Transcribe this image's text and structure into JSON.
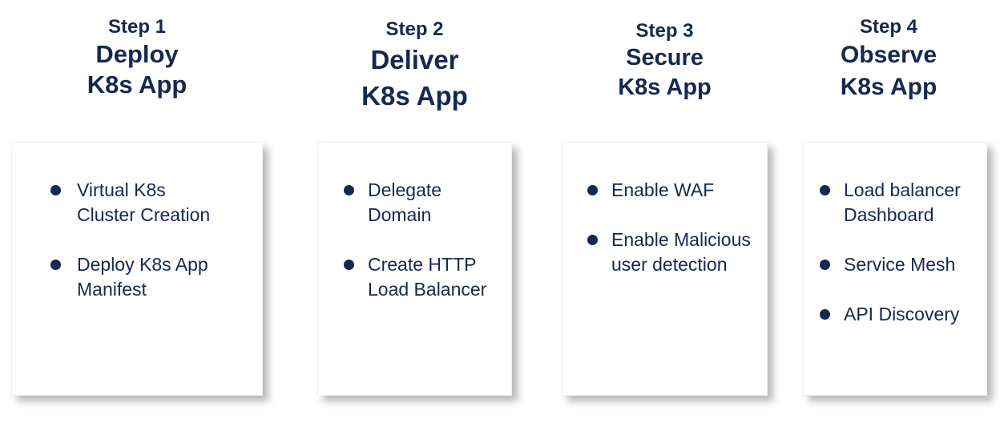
{
  "theme": {
    "text_color": "#16284E",
    "bullet_color": "#16284E",
    "card_background": "#FFFFFF",
    "page_background": "#FFFFFF"
  },
  "columns": [
    {
      "step_label": "Step 1",
      "title": "Deploy\nK8s App",
      "bullets": [
        "Virtual K8s\nCluster Creation",
        "Deploy K8s App\nManifest"
      ]
    },
    {
      "step_label": "Step 2",
      "title": "Deliver\nK8s App",
      "bullets": [
        "Delegate\nDomain",
        "Create HTTP\nLoad Balancer"
      ]
    },
    {
      "step_label": "Step 3",
      "title": "Secure\nK8s App",
      "bullets": [
        "Enable WAF",
        "Enable Malicious\nuser detection"
      ]
    },
    {
      "step_label": "Step 4",
      "title": "Observe\nK8s App",
      "bullets": [
        "Load balancer\nDashboard",
        "Service Mesh",
        "API Discovery"
      ]
    }
  ]
}
